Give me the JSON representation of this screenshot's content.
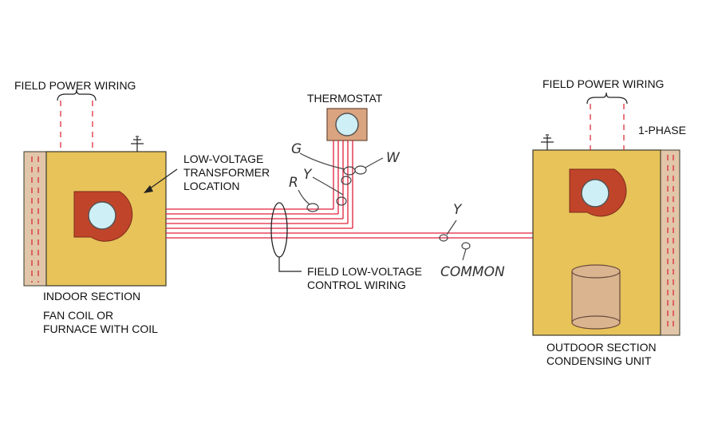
{
  "indoor": {
    "power_label": "FIELD POWER WIRING",
    "transformer_label": [
      "LOW-VOLTAGE",
      "TRANSFORMER",
      "LOCATION"
    ],
    "section_label": "INDOOR SECTION",
    "description": [
      "FAN COIL OR",
      "FURNACE WITH COIL"
    ]
  },
  "thermostat": {
    "label": "THERMOSTAT",
    "terminals": {
      "g": "G",
      "w": "W",
      "r": "R",
      "y": "Y"
    }
  },
  "field_wiring": {
    "label": [
      "FIELD LOW-VOLTAGE",
      "CONTROL WIRING"
    ]
  },
  "outdoor": {
    "power_label": "FIELD POWER WIRING",
    "phase_label": "1-PHASE",
    "section_label": [
      "OUTDOOR SECTION",
      "CONDENSING UNIT"
    ],
    "y_label": "Y",
    "common_label": "COMMON"
  },
  "colors": {
    "cabinet": "#e7c35a",
    "wire": "#e0203a",
    "blower": "#c0442a",
    "coil_strip": "#e2c6a9"
  }
}
